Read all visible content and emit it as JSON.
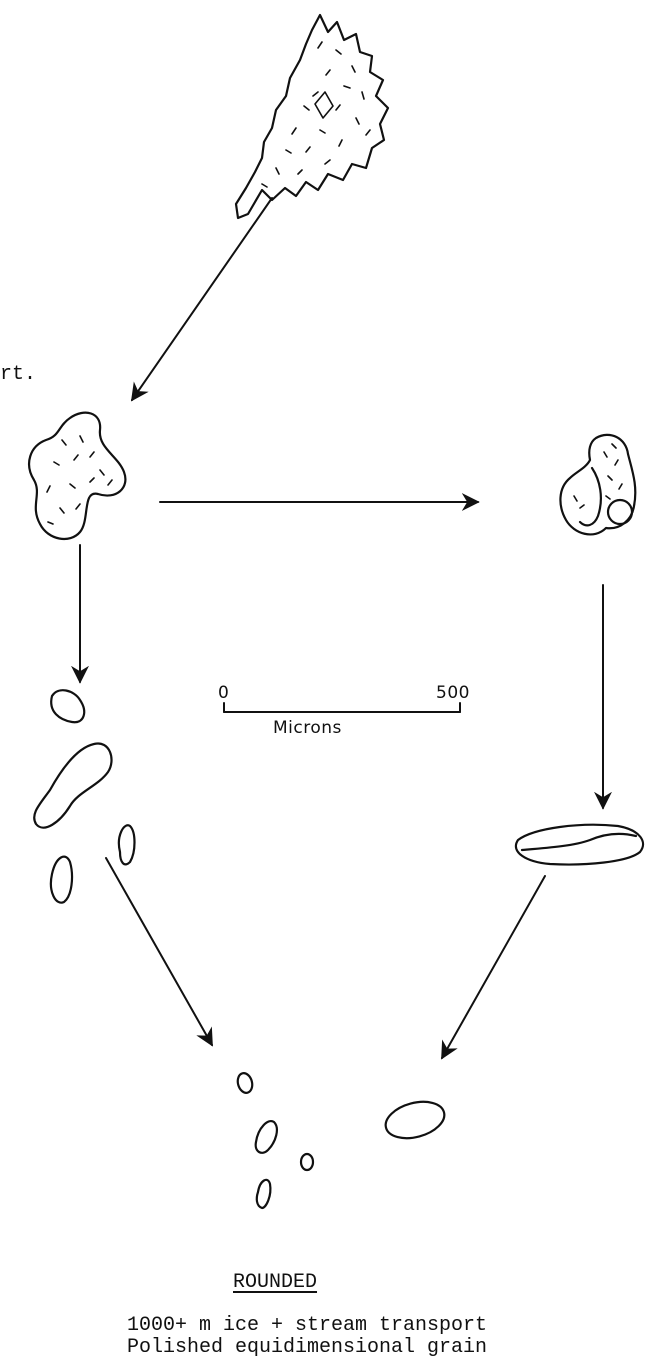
{
  "labels": {
    "top_left_fragment": "rt.",
    "scale_start": "0",
    "scale_end": "500",
    "scale_unit": "Microns",
    "rounded_title": "ROUNDED",
    "rounded_line1": "1000+ m ice + stream transport",
    "rounded_line2": "Polished equidimensional grain"
  },
  "colors": {
    "ink": "#111111",
    "background": "#ffffff"
  }
}
